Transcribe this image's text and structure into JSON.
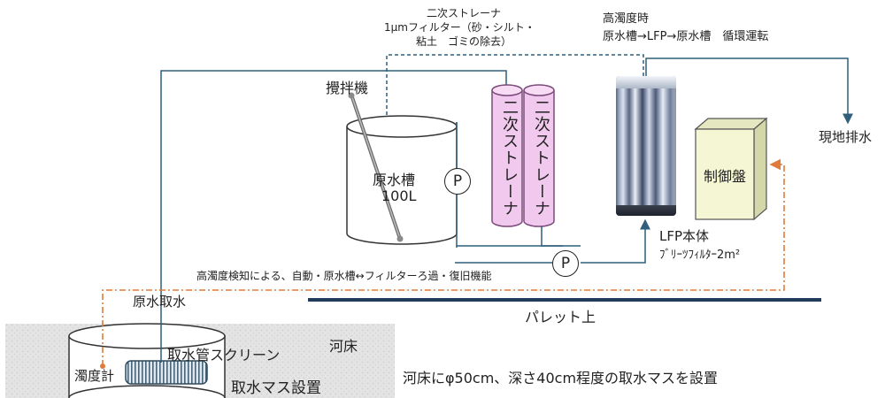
{
  "labels": {
    "secondary_strainer_title": "二次ストレーナ",
    "filter_desc_1": "1μmフィルター（砂・シルト・",
    "filter_desc_2": "粘土　ゴミの除去）",
    "high_turbidity_1": "高濁度時",
    "high_turbidity_2": "原水槽→LFP→原水槽　循環運転",
    "stirrer": "攪拌機",
    "raw_tank_1": "原水槽",
    "raw_tank_2": "100L",
    "strainer_a": "二次ストレーナ",
    "strainer_b": "二次ストレーナ",
    "pump_symbol_1": "P",
    "pump_symbol_2": "P",
    "lfp_body": "LFP本体",
    "lfp_filter": "ﾌﾞﾘｰﾂﾌｨﾙﾀｰ2m²",
    "control_panel": "制御盤",
    "site_drain": "現地排水",
    "auto_function": "高濁度検知による、自動・原水槽↔フィルターろ過・復旧機能",
    "raw_water_intake": "原水取水",
    "pallet": "パレット上",
    "riverbed": "河床",
    "intake_screen": "取水管スクリーン",
    "turbidimeter": "濁度計",
    "intake_pit": "取水マス設置",
    "note": "河床にφ50cm、深さ40cm程度の取水マスを設置"
  },
  "colors": {
    "pipe": "#2f5f7a",
    "signal": "#e07b39",
    "pallet": "#1f3c5a",
    "strainer_fill": "#f2c9ee",
    "strainer_stroke": "#7a4a7a",
    "panel_fill": "#f4f6d4"
  }
}
